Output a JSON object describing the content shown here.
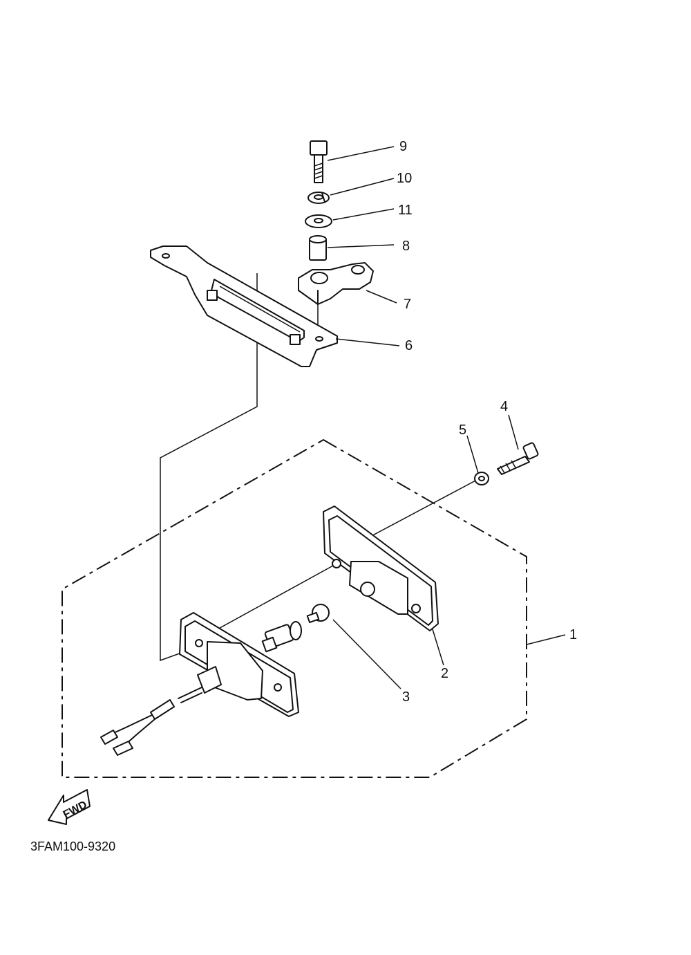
{
  "diagram": {
    "callouts": [
      {
        "id": "9",
        "label": "9"
      },
      {
        "id": "10",
        "label": "10"
      },
      {
        "id": "11",
        "label": "11"
      },
      {
        "id": "8",
        "label": "8"
      },
      {
        "id": "7",
        "label": "7"
      },
      {
        "id": "6",
        "label": "6"
      },
      {
        "id": "4",
        "label": "4"
      },
      {
        "id": "5",
        "label": "5"
      },
      {
        "id": "1",
        "label": "1"
      },
      {
        "id": "2",
        "label": "2"
      },
      {
        "id": "3",
        "label": "3"
      }
    ],
    "fwd_label": "FWD",
    "drawing_code": "3FAM100-9320"
  }
}
